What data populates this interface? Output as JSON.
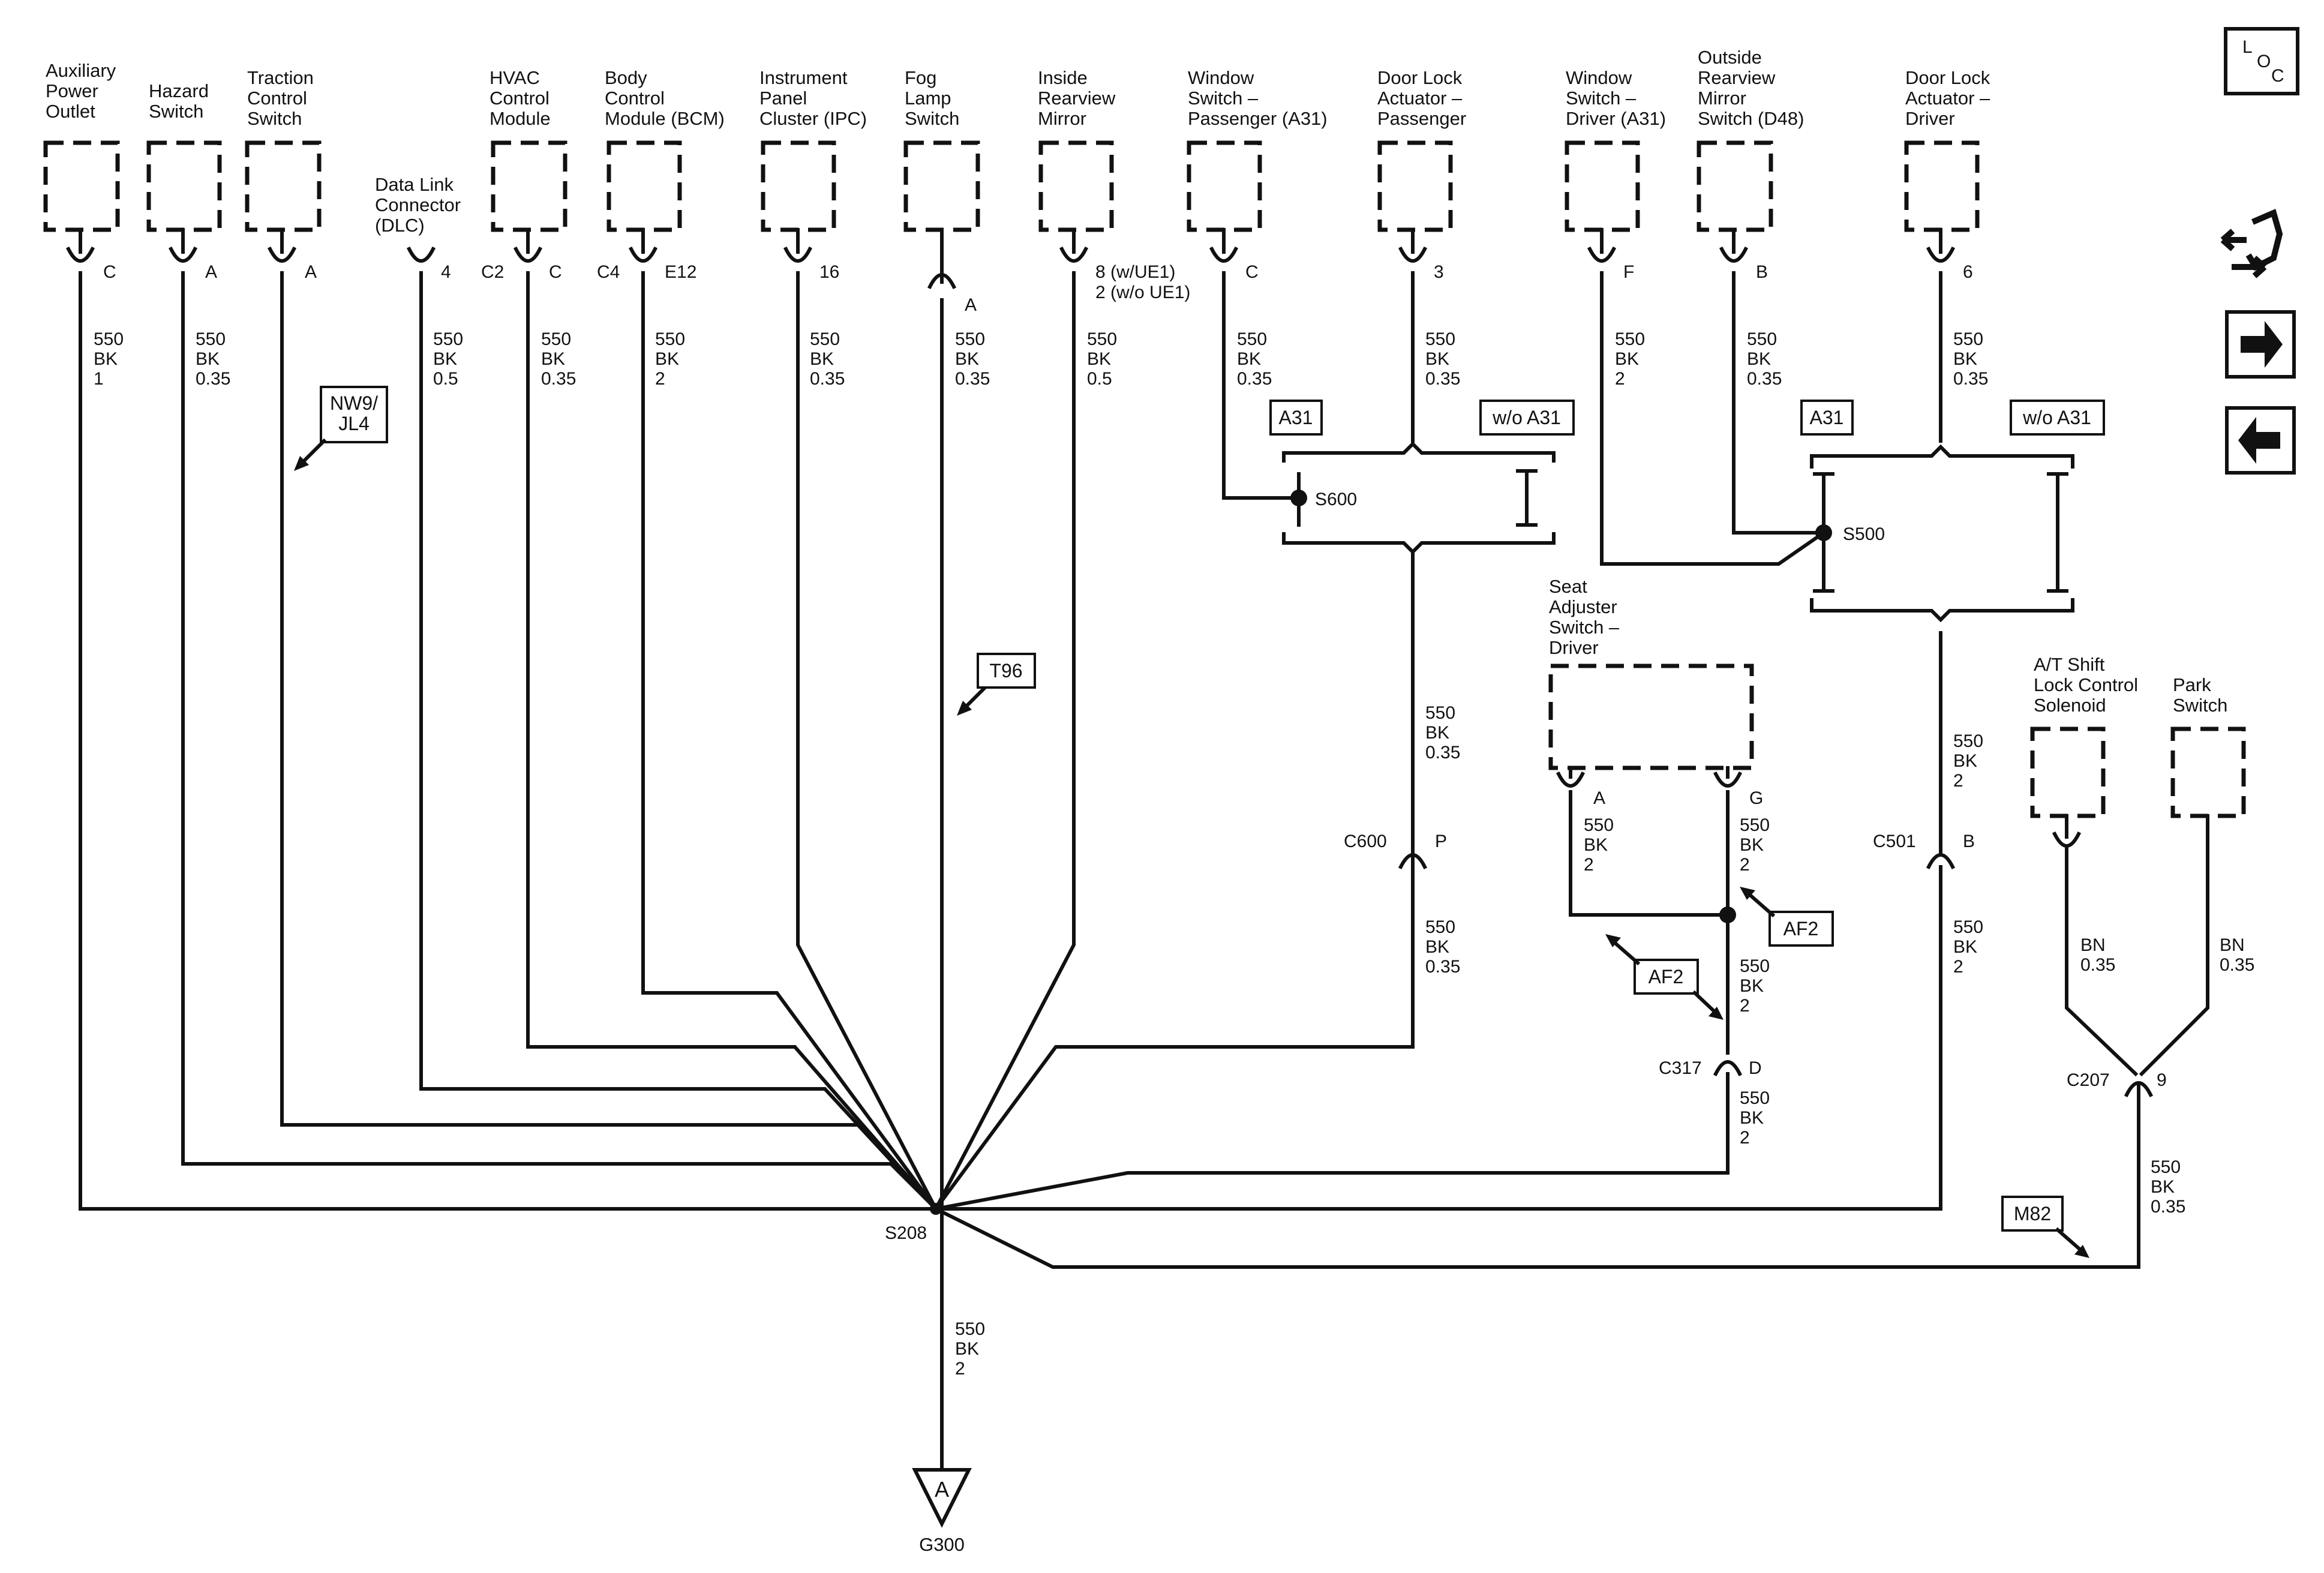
{
  "components": [
    {
      "name": "Auxiliary Power Outlet",
      "lines": [
        "Auxiliary",
        "Power",
        "Outlet"
      ],
      "pins": [
        "C"
      ]
    },
    {
      "name": "Hazard Switch",
      "lines": [
        "Hazard",
        "Switch"
      ],
      "pins": [
        "A"
      ]
    },
    {
      "name": "Traction Control Switch",
      "lines": [
        "Traction",
        "Control",
        "Switch"
      ],
      "pins": [
        "A"
      ]
    },
    {
      "name": "Data Link Connector (DLC)",
      "lines": [
        "Data Link",
        "Connector",
        "(DLC)"
      ],
      "pins": [
        "4"
      ]
    },
    {
      "name": "HVAC Control Module",
      "lines": [
        "HVAC",
        "Control",
        "Module"
      ],
      "pins": [
        "C2",
        "C"
      ]
    },
    {
      "name": "Body Control Module (BCM)",
      "lines": [
        "Body",
        "Control",
        "Module (BCM)"
      ],
      "pins": [
        "C4",
        "E12"
      ]
    },
    {
      "name": "Instrument Panel Cluster (IPC)",
      "lines": [
        "Instrument",
        "Panel",
        "Cluster (IPC)"
      ],
      "pins": [
        "16"
      ]
    },
    {
      "name": "Fog Lamp Switch",
      "lines": [
        "Fog",
        "Lamp",
        "Switch"
      ],
      "pins": [
        "A"
      ]
    },
    {
      "name": "Inside Rearview Mirror",
      "lines": [
        "Inside",
        "Rearview",
        "Mirror"
      ],
      "pins": [
        "8 (w/UE1)",
        "2 (w/o UE1)"
      ]
    },
    {
      "name": "Window Switch – Passenger (A31)",
      "lines": [
        "Window",
        "Switch –",
        "Passenger (A31)"
      ],
      "pins": [
        "C"
      ]
    },
    {
      "name": "Door Lock Actuator – Passenger",
      "lines": [
        "Door Lock",
        "Actuator –",
        "Passenger"
      ],
      "pins": [
        "3"
      ]
    },
    {
      "name": "Window Switch – Driver (A31)",
      "lines": [
        "Window",
        "Switch –",
        "Driver (A31)"
      ],
      "pins": [
        "F"
      ]
    },
    {
      "name": "Outside Rearview Mirror Switch (D48)",
      "lines": [
        "Outside",
        "Rearview",
        "Mirror",
        "Switch (D48)"
      ],
      "pins": [
        "B"
      ]
    },
    {
      "name": "Door Lock Actuator – Driver",
      "lines": [
        "Door Lock",
        "Actuator –",
        "Driver"
      ],
      "pins": [
        "6"
      ]
    },
    {
      "name": "Seat Adjuster Switch – Driver",
      "lines": [
        "Seat",
        "Adjuster",
        "Switch –",
        "Driver"
      ],
      "pins": [
        "A",
        "G"
      ]
    },
    {
      "name": "A/T Shift Lock Control Solenoid",
      "lines": [
        "A/T Shift",
        "Lock Control",
        "Solenoid"
      ],
      "pins": []
    },
    {
      "name": "Park Switch",
      "lines": [
        "Park",
        "Switch"
      ],
      "pins": []
    }
  ],
  "wires": [
    [
      "550",
      "BK",
      "1"
    ],
    [
      "550",
      "BK",
      "0.35"
    ],
    [
      "550",
      "BK",
      "0.5"
    ],
    [
      "550",
      "BK",
      "0.35"
    ],
    [
      "550",
      "BK",
      "2"
    ],
    [
      "550",
      "BK",
      "0.35"
    ],
    [
      "550",
      "BK",
      "0.35"
    ],
    [
      "550",
      "BK",
      "0.5"
    ],
    [
      "550",
      "BK",
      "0.35"
    ],
    [
      "550",
      "BK",
      "0.35"
    ],
    [
      "550",
      "BK",
      "2"
    ],
    [
      "550",
      "BK",
      "0.35"
    ],
    [
      "550",
      "BK",
      "0.35"
    ],
    [
      "550",
      "BK",
      "0.35"
    ],
    [
      "550",
      "BK",
      "2"
    ],
    [
      "550",
      "BK",
      "0.35"
    ],
    [
      "550",
      "BK",
      "2"
    ],
    [
      "550",
      "BK",
      "2"
    ],
    [
      "550",
      "BK",
      "2"
    ],
    [
      "550",
      "BK",
      "2"
    ],
    [
      "550",
      "BK",
      "2"
    ],
    [
      "BN",
      "0.35"
    ],
    [
      "BN",
      "0.35"
    ],
    [
      "550",
      "BK",
      "0.35"
    ],
    [
      "550",
      "BK",
      "2"
    ]
  ],
  "options": {
    "a31": "A31",
    "wo_a31": "w/o A31"
  },
  "splices": {
    "s600": "S600",
    "s500": "S500",
    "s208": "S208"
  },
  "connectors": {
    "c600": "C600",
    "c600_pin": "P",
    "c317": "C317",
    "c317_pin": "D",
    "c501": "C501",
    "c501_pin": "B",
    "c207": "C207",
    "c207_pin": "9"
  },
  "references": {
    "nw9": [
      "NW9/",
      "JL4"
    ],
    "t96": "T96",
    "af2": "AF2",
    "m82": "M82"
  },
  "ground": {
    "name": "G300",
    "symbol_letter": "A"
  },
  "nav": {
    "loc": [
      "L",
      "O",
      "C"
    ]
  },
  "colors": {
    "line": "#111111",
    "background": "#ffffff"
  }
}
